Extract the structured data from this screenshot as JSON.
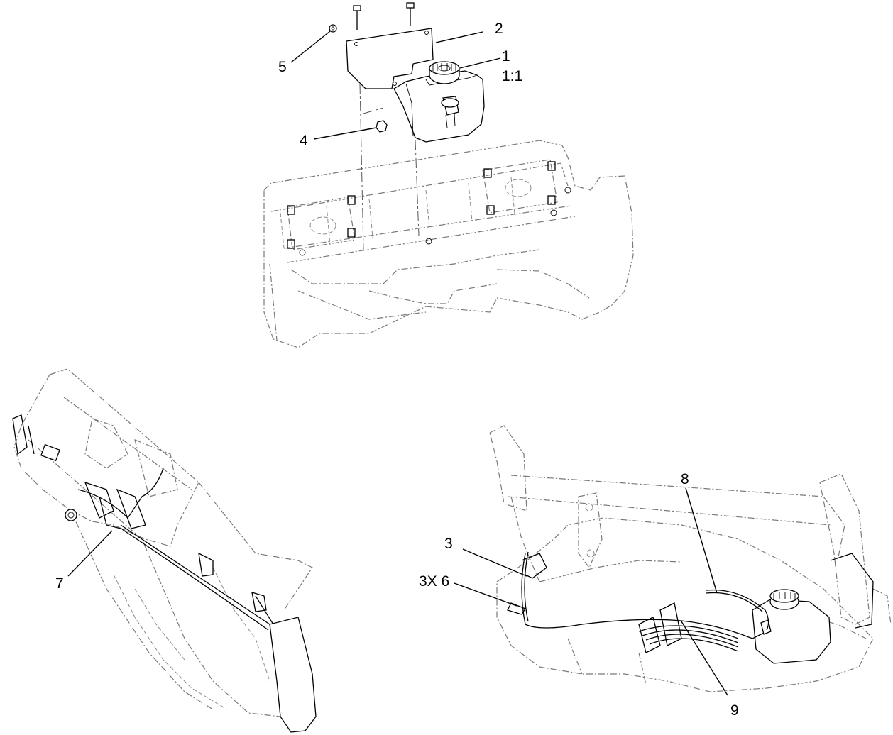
{
  "callouts": {
    "c1": "1",
    "c1_scale": "1:1",
    "c2": "2",
    "c3": "3",
    "c4": "4",
    "c5": "5",
    "c6": "3X 6",
    "c7": "7",
    "c8": "8",
    "c9": "9"
  },
  "colors": {
    "line": "#000000",
    "ghost": "#7a7a7a",
    "background": "#ffffff"
  }
}
